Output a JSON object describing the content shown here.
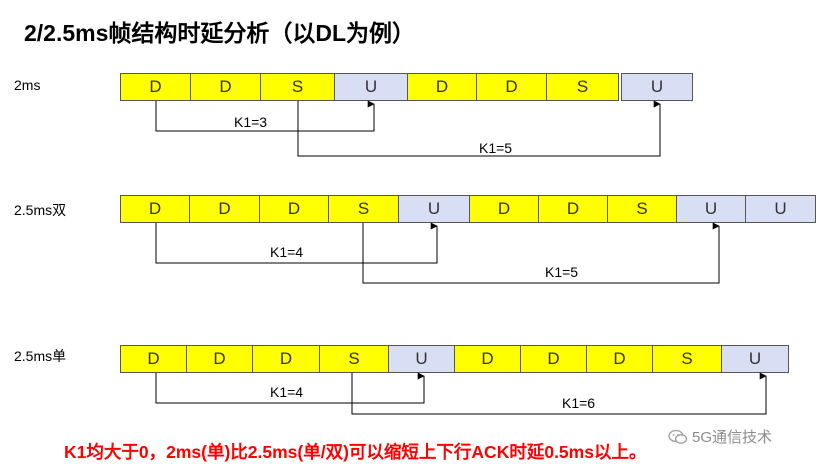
{
  "title": "2/2.5ms帧结构时延分析（以DL为例）",
  "rows": [
    {
      "label": "2ms",
      "slots": [
        "D",
        "D",
        "S",
        "U",
        "D",
        "D",
        "S",
        "U"
      ],
      "k_labels": [
        "K1=3",
        "K1=5"
      ]
    },
    {
      "label": "2.5ms双",
      "slots": [
        "D",
        "D",
        "D",
        "S",
        "U",
        "D",
        "D",
        "S",
        "U",
        "U"
      ],
      "k_labels": [
        "K1=4",
        "K1=5"
      ]
    },
    {
      "label": "2.5ms单",
      "slots": [
        "D",
        "D",
        "D",
        "S",
        "U",
        "D",
        "D",
        "D",
        "S",
        "U"
      ],
      "k_labels": [
        "K1=4",
        "K1=6"
      ]
    }
  ],
  "footer": "K1均大于0，2ms(单)比2.5ms(单/双)可以缩短上下行ACK时延0.5ms以上。",
  "watermark": "5G通信技术",
  "colors": {
    "dl_slot": "#ffff00",
    "ul_slot": "#d8def4",
    "footer": "#ff0000"
  }
}
